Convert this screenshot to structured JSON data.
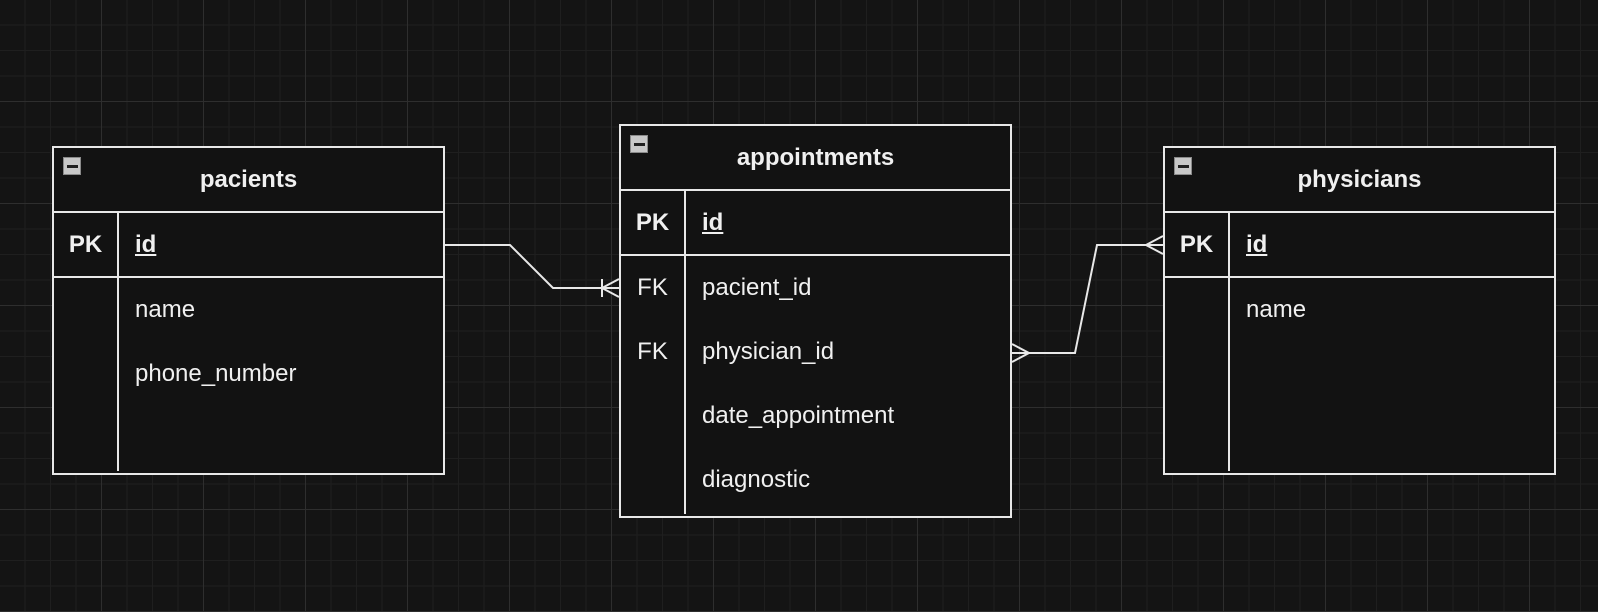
{
  "entities": {
    "pacients": {
      "title": "pacients",
      "pk": {
        "key": "PK",
        "name": "id"
      },
      "fields": [
        {
          "key": "",
          "name": "name"
        },
        {
          "key": "",
          "name": "phone_number"
        }
      ]
    },
    "appointments": {
      "title": "appointments",
      "pk": {
        "key": "PK",
        "name": "id"
      },
      "fields": [
        {
          "key": "FK",
          "name": "pacient_id"
        },
        {
          "key": "FK",
          "name": "physician_id"
        },
        {
          "key": "",
          "name": "date_appointment"
        },
        {
          "key": "",
          "name": "diagnostic"
        }
      ]
    },
    "physicians": {
      "title": "physicians",
      "pk": {
        "key": "PK",
        "name": "id"
      },
      "fields": [
        {
          "key": "",
          "name": "name"
        }
      ]
    }
  },
  "relationships": [
    {
      "from": "pacients.id",
      "to": "appointments.pacient_id",
      "from_cardinality": "one",
      "to_cardinality": "one-or-many"
    },
    {
      "from": "physicians.id",
      "to": "appointments.physician_id",
      "from_cardinality": "many",
      "to_cardinality": "many"
    }
  ],
  "colors": {
    "background": "#141414",
    "stroke": "#e8e8e8",
    "text": "#f0f0f0"
  }
}
